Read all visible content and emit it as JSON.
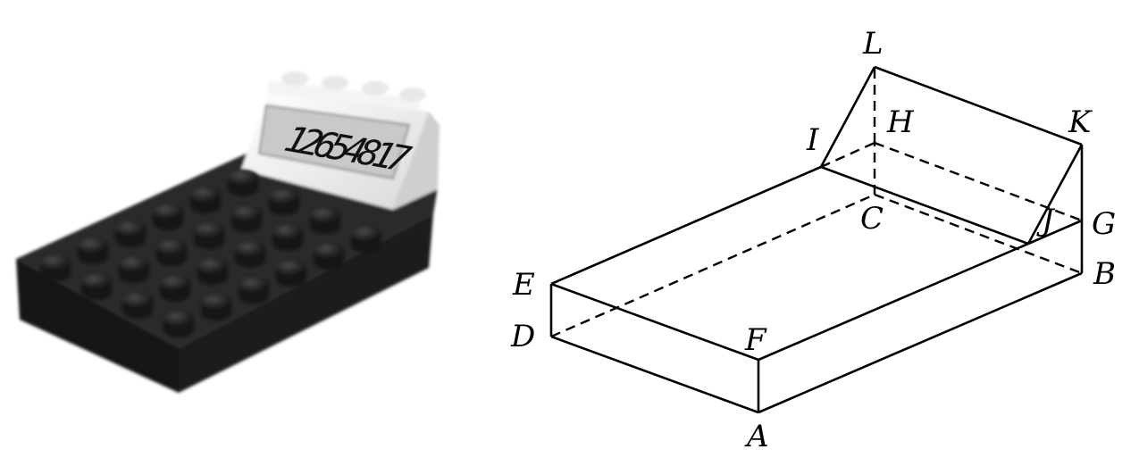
{
  "photo": {
    "subject": "lego-brick-calculator",
    "display_digits": "12654817",
    "colors": {
      "base": "#1e1e1e",
      "stud": "#2a2a2a",
      "housing": "#f2f2f2",
      "lcd": "#c9c9c9"
    }
  },
  "diagram": {
    "vertices": {
      "A": "A",
      "B": "B",
      "C": "C",
      "D": "D",
      "E": "E",
      "F": "F",
      "G": "G",
      "H": "H",
      "I": "I",
      "J": "J",
      "K": "K",
      "L": "L"
    },
    "line_color": "#000000"
  }
}
